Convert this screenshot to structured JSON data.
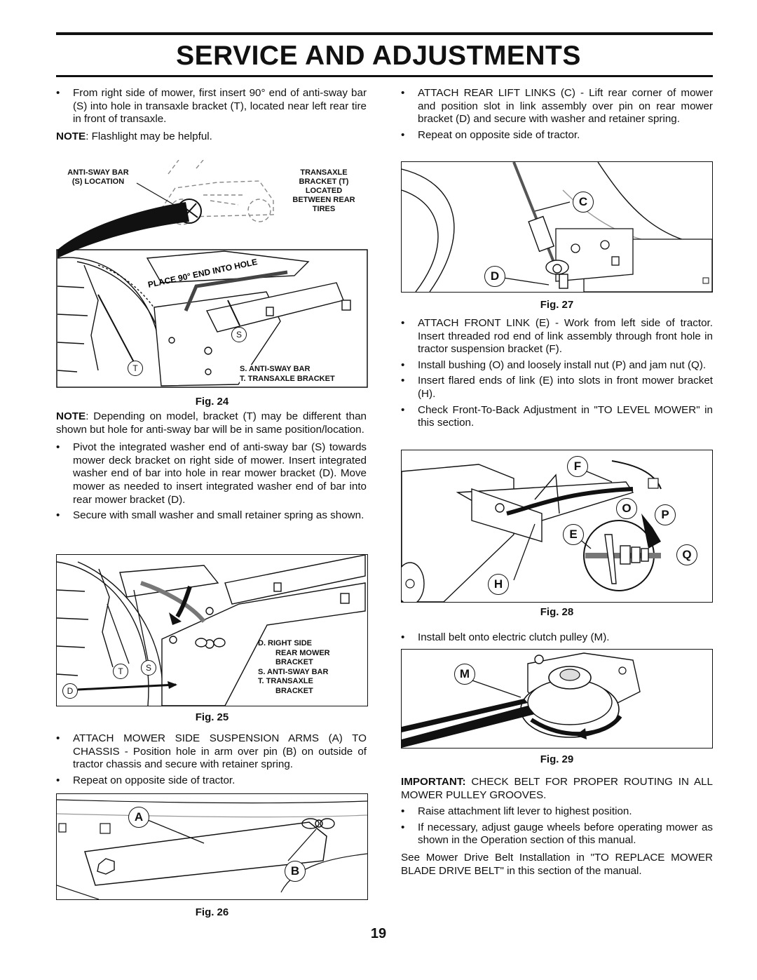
{
  "header": {
    "title": "SERVICE AND ADJUSTMENTS"
  },
  "left": {
    "b1": "From right side of mower, first insert 90° end of anti-sway bar (S) into hole in transaxle bracket (T), located near left rear tire in front of transaxle.",
    "note1_label": "NOTE",
    "note1_text": ": Flashlight may be helpful.",
    "fig24": {
      "anti_sway_l1": "ANTI-SWAY BAR",
      "anti_sway_l2": "(S) LOCATION",
      "transaxle_l1": "TRANSAXLE",
      "transaxle_l2": "BRACKET (T)",
      "transaxle_l3": "LOCATED",
      "transaxle_l4": "BETWEEN REAR",
      "transaxle_l5": "TIRES",
      "place": "PLACE 90° END INTO HOLE",
      "s": "S",
      "t": "T",
      "legend_s": "S.  ANTI-SWAY BAR",
      "legend_t": "T.  TRANSAXLE BRACKET",
      "caption": "Fig. 24"
    },
    "note2_label": "NOTE",
    "note2_text": ": Depending on model, bracket (T) may be different than shown but hole for anti-sway bar will be in same position/location.",
    "b2": "Pivot the integrated washer end of anti-sway bar (S) towards mower deck bracket on right side of mower. Insert integrated washer end of bar into hole in rear mower bracket (D). Move mower as needed to insert integrated washer end of bar into rear mower bracket (D).",
    "b3": "Secure with small washer and small retainer spring as shown.",
    "fig25": {
      "t": "T",
      "s": "S",
      "d": "D",
      "leg_d1": "D.  RIGHT SIDE",
      "leg_d2": "REAR MOWER",
      "leg_d3": "BRACKET",
      "leg_s": "S.  ANTI-SWAY BAR",
      "leg_t1": "T.  TRANSAXLE",
      "leg_t2": "BRACKET",
      "caption": "Fig. 25"
    },
    "b4": "ATTACH MOWER SIDE SUSPENSION ARMS (A) TO CHASSIS - Position hole in arm over pin (B) on outside of tractor chassis and secure with retainer spring.",
    "b5": "Repeat on opposite side of tractor.",
    "fig26": {
      "a": "A",
      "b": "B",
      "caption": "Fig. 26"
    }
  },
  "right": {
    "b1": "ATTACH REAR LIFT LINKS (C) - Lift rear corner of mower and position slot in link assembly over pin on rear mower bracket (D) and secure with washer and retainer spring.",
    "b2": "Repeat on opposite side of tractor.",
    "fig27": {
      "c": "C",
      "d": "D",
      "caption": "Fig. 27"
    },
    "b3": "ATTACH FRONT LINK (E) - Work from left side of tractor. Insert threaded rod end of link assembly through front hole in tractor suspension bracket (F).",
    "b4": "Install bushing (O) and loosely install nut (P) and jam nut (Q).",
    "b5": "Insert flared ends of link (E) into slots in front mower bracket (H).",
    "b6": "Check Front-To-Back Adjustment in \"TO LEVEL MOWER\" in this section.",
    "fig28": {
      "f": "F",
      "o": "O",
      "p": "P",
      "e": "E",
      "q": "Q",
      "h": "H",
      "caption": "Fig. 28"
    },
    "b7": "Install belt onto electric clutch pulley (M).",
    "fig29": {
      "m": "M",
      "caption": "Fig. 29"
    },
    "important_label": "IMPORTANT:",
    "important_text": " CHECK BELT FOR PROPER ROUTING IN ALL MOWER PULLEY GROOVES.",
    "b8": "Raise attachment lift lever to highest position.",
    "b9": "If necessary, adjust gauge wheels before operating mower as shown in the Operation section of this manual.",
    "see": "See Mower Drive Belt Installation in \"TO REPLACE MOWER BLADE DRIVE BELT\" in this section of the manual."
  },
  "footer": {
    "page": "19"
  }
}
